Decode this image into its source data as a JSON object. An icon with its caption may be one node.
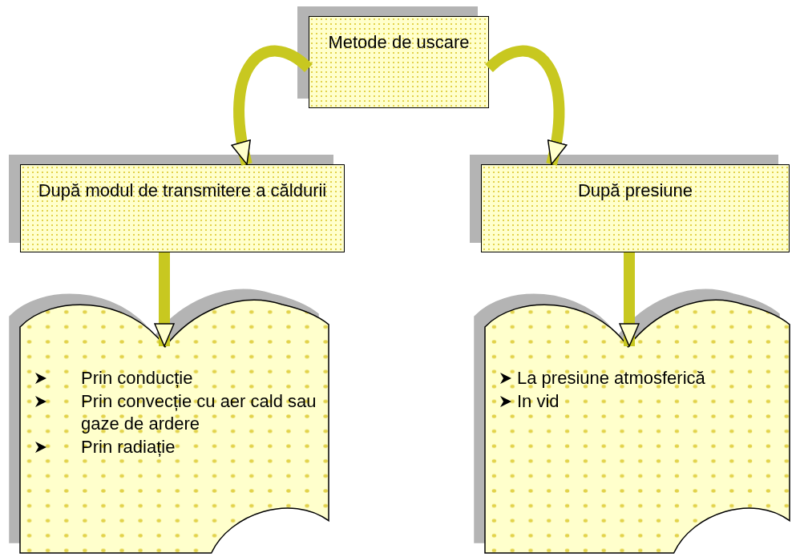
{
  "diagram": {
    "nodes": [
      {
        "text": [
          "Metode de uscare"
        ]
      },
      {
        "text": [
          "După modul de transmitere a căldurii"
        ]
      },
      {
        "text": [
          "După presiune"
        ]
      },
      {
        "text": [
          "Prin conducție",
          "Prin convecție cu aer cald sau gaze de ardere",
          "Prin radiație"
        ]
      },
      {
        "text": [
          "La presiune atmosferică",
          "In vid"
        ]
      }
    ],
    "edges": [
      {
        "from": 0,
        "to": 1,
        "arrow": "to"
      },
      {
        "from": 0,
        "to": 2,
        "arrow": "to"
      },
      {
        "from": 1,
        "to": 3,
        "arrow": "to"
      },
      {
        "from": 2,
        "to": 4,
        "arrow": "to"
      }
    ]
  }
}
